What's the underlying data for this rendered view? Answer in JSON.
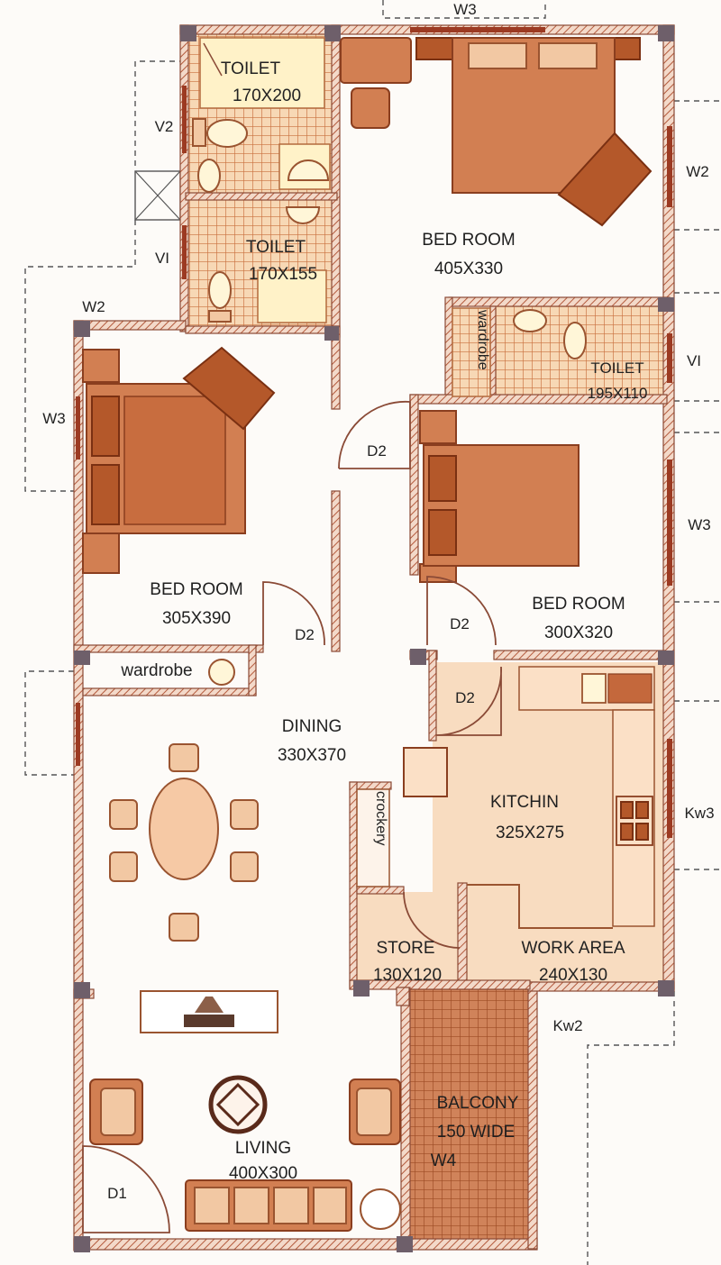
{
  "rooms": {
    "toilet1": {
      "name": "TOILET",
      "size": "170X200"
    },
    "toilet2": {
      "name": "TOILET",
      "size": "170X155"
    },
    "toilet3": {
      "name": "TOILET",
      "size": "195X110"
    },
    "bedroom_master": {
      "name": "BED ROOM",
      "size": "405X330"
    },
    "bedroom_left": {
      "name": "BED ROOM",
      "size": "305X390"
    },
    "bedroom_right": {
      "name": "BED ROOM",
      "size": "300X320"
    },
    "dining": {
      "name": "DINING",
      "size": "330X370"
    },
    "kitchen": {
      "name": "KITCHIN",
      "size": "325X275"
    },
    "store": {
      "name": "STORE",
      "size": "130X120"
    },
    "work_area": {
      "name": "WORK AREA",
      "size": "240X130"
    },
    "living": {
      "name": "LIVING",
      "size": "400X300"
    },
    "balcony": {
      "name": "BALCONY",
      "width": "150 WIDE",
      "window": "W4"
    }
  },
  "labels": {
    "wardrobe_top": "wardrobe",
    "wardrobe_left": "wardrobe",
    "crockery": "crockery"
  },
  "doors": {
    "d2_hall": "D2",
    "d2_left_bed": "D2",
    "d2_right_bed": "D2",
    "d2_kitchen": "D2",
    "d1_entry": "D1"
  },
  "windows": {
    "w3_top": "W3",
    "w2_right": "W2",
    "v2_left": "V2",
    "v1_left": "VI",
    "w2_left": "W2",
    "w3_left": "W3",
    "v1_right": "VI",
    "w3_right": "W3",
    "kw3_right": "Kw3",
    "kw2_right": "Kw2"
  }
}
